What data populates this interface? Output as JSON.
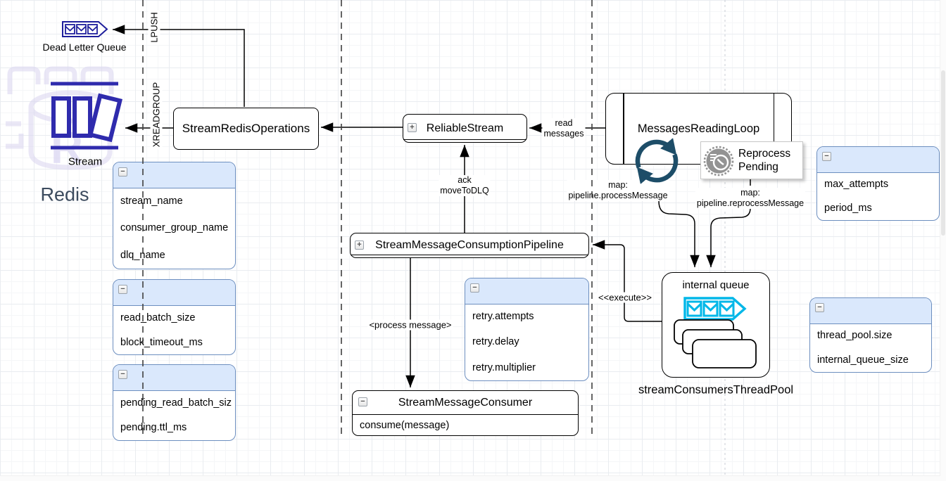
{
  "redis": {
    "title": "Redis",
    "stream_label": "Stream",
    "dlq_label": "Dead Letter Queue"
  },
  "nodes": {
    "sro": "StreamRedisOperations",
    "reliable": "ReliableStream",
    "mrl": "MessagesReadingLoop",
    "reprocess": [
      "Reprocess",
      "Pending"
    ],
    "pipeline": "StreamMessageConsumptionPipeline",
    "consumer_title": "StreamMessageConsumer",
    "consumer_method": "consume(message)",
    "internal_queue": "internal queue",
    "thread_pool": "streamConsumersThreadPool"
  },
  "edges": {
    "lpush": "LPUSH",
    "xreadgroup": "XREADGROUP",
    "read_messages": [
      "read",
      "messages"
    ],
    "ack": [
      "ack",
      "moveToDLQ"
    ],
    "process_message": "<process message>",
    "execute": "<<execute>>",
    "map_process": [
      "map:",
      "pipeline.processMessage"
    ],
    "map_reprocess": [
      "map:",
      "pipeline.reprocessMessage"
    ]
  },
  "cfg": {
    "stream": [
      "stream_name",
      "consumer_group_name",
      "dlq_name"
    ],
    "read": [
      "read_batch_size",
      "block_timeout_ms"
    ],
    "pending": [
      "pending_read_batch_siz",
      "pending.ttl_ms"
    ],
    "loop": [
      "max_attempts",
      "period_ms"
    ],
    "retry": [
      "retry.attempts",
      "retry.delay",
      "retry.multiplier"
    ],
    "pool": [
      "thread_pool.size",
      "internal_queue_size"
    ]
  },
  "colors": {
    "cfg_header": "#dae8fc",
    "cfg_border": "#6c8ebf",
    "node_border": "#000000",
    "stream_icon": "#2f2bad",
    "dlq_icon": "#1f1f9c",
    "queue_icon": "#00b7e8",
    "loop_icon": "#1d4d68",
    "redis_text": "#3c4b5e",
    "watermark": "#d9d5f0"
  }
}
